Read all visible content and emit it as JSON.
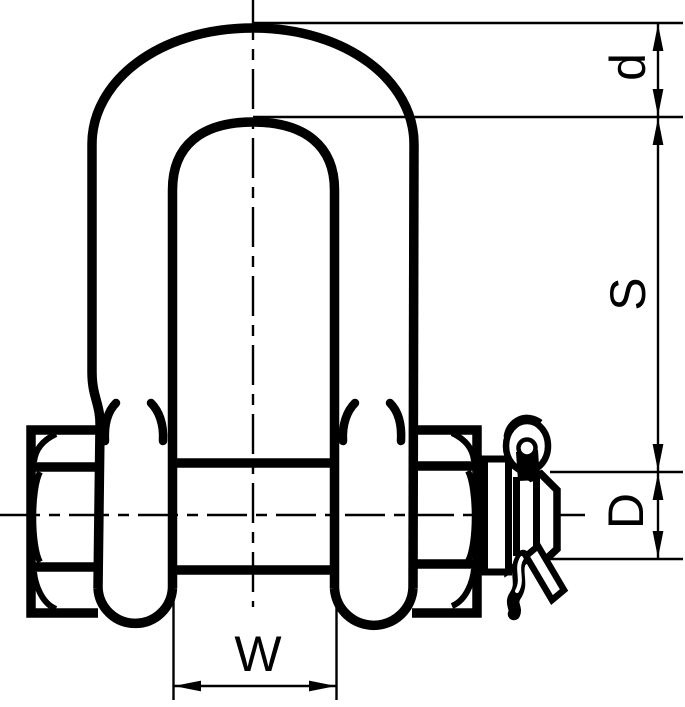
{
  "colors": {
    "line": "#000000",
    "background": "#ffffff"
  },
  "dimension_labels": {
    "bow_diameter": "d",
    "inside_length": "S",
    "pin_diameter": "D",
    "inside_width": "W"
  }
}
